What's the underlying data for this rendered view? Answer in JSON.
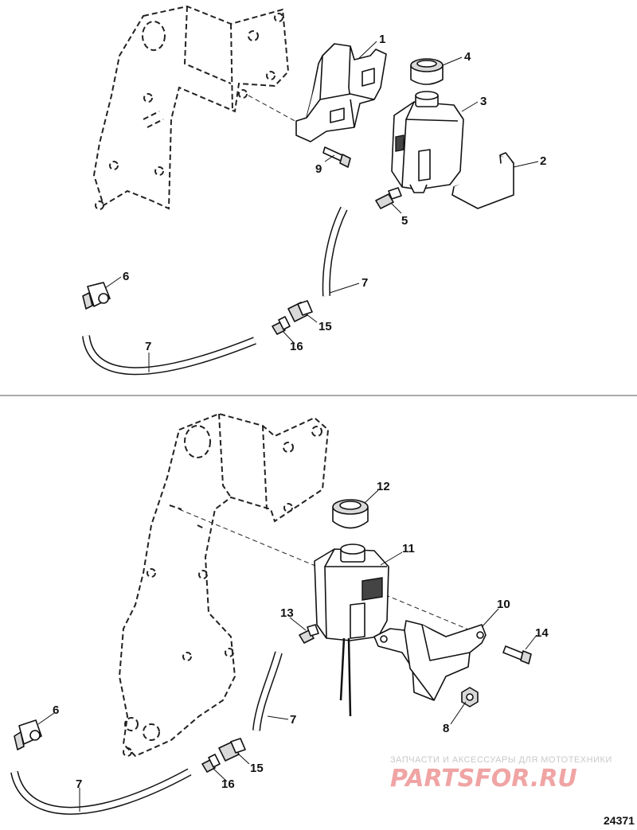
{
  "figure_number": "24371",
  "watermark": {
    "tagline": "ЗАПЧАСТИ И АКСЕССУАРЫ ДЛЯ МОТОТЕХНИКИ",
    "brand": "PARTSFOR.RU"
  },
  "upper_view": {
    "callouts": {
      "c1": "1",
      "c2": "2",
      "c3": "3",
      "c4": "4",
      "c5": "5",
      "c6": "6",
      "c7a": "7",
      "c7b": "7",
      "c9": "9",
      "c15": "15",
      "c16": "16"
    }
  },
  "lower_view": {
    "callouts": {
      "c6": "6",
      "c7a": "7",
      "c7b": "7",
      "c8": "8",
      "c10": "10",
      "c11": "11",
      "c12": "12",
      "c13": "13",
      "c14": "14",
      "c15": "15",
      "c16": "16"
    }
  }
}
